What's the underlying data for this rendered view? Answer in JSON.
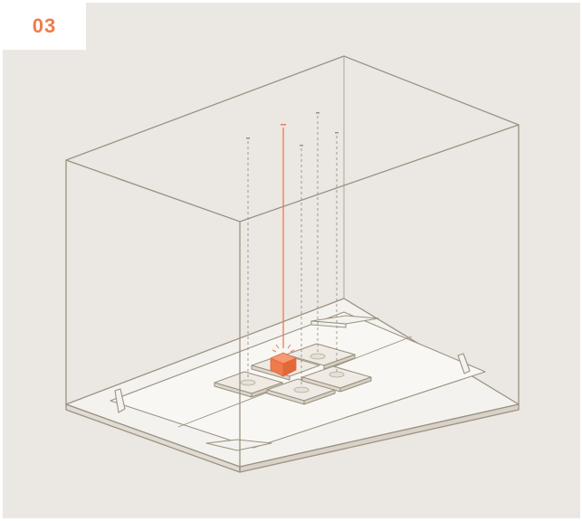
{
  "step": {
    "number": "03"
  },
  "colors": {
    "panel_background": "#ebe7e2",
    "outline": "#9b9281",
    "accent": "#ef7a4c",
    "mat": "#f6f4f0",
    "tile": "#efebe4"
  },
  "scene": {
    "description_icons": [
      "enclosure-box",
      "floor-mat",
      "mat-clips",
      "floor-tiles",
      "orange-cube",
      "signal-beams"
    ]
  }
}
